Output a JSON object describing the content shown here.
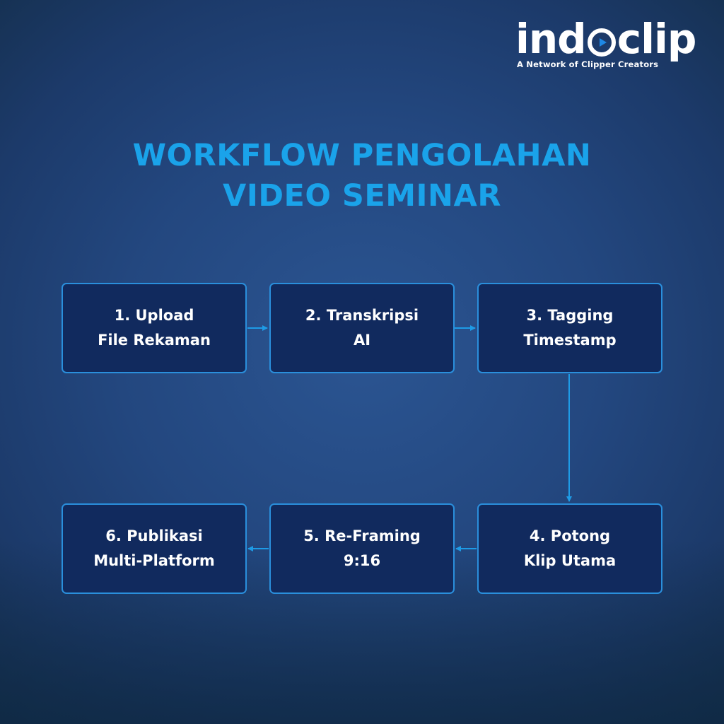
{
  "brand": {
    "name_prefix": "ind",
    "name_suffix": "clip",
    "tagline": "A Network of Clipper Creators"
  },
  "title": {
    "line1": "WORKFLOW PENGOLAHAN",
    "line2": "VIDEO SEMINAR"
  },
  "steps": [
    {
      "line1": "1. Upload",
      "line2": "File Rekaman"
    },
    {
      "line1": "2. Transkripsi",
      "line2": "AI"
    },
    {
      "line1": "3. Tagging",
      "line2": "Timestamp"
    },
    {
      "line1": "4. Potong",
      "line2": "Klip Utama"
    },
    {
      "line1": "5. Re-Framing",
      "line2": "9:16"
    },
    {
      "line1": "6. Publikasi",
      "line2": "Multi-Platform"
    }
  ],
  "colors": {
    "accent": "#1aa3ea",
    "box_fill": "#112a5e",
    "box_border": "#2a8fdc",
    "connector": "#1e9be6",
    "background": "#23477f"
  }
}
